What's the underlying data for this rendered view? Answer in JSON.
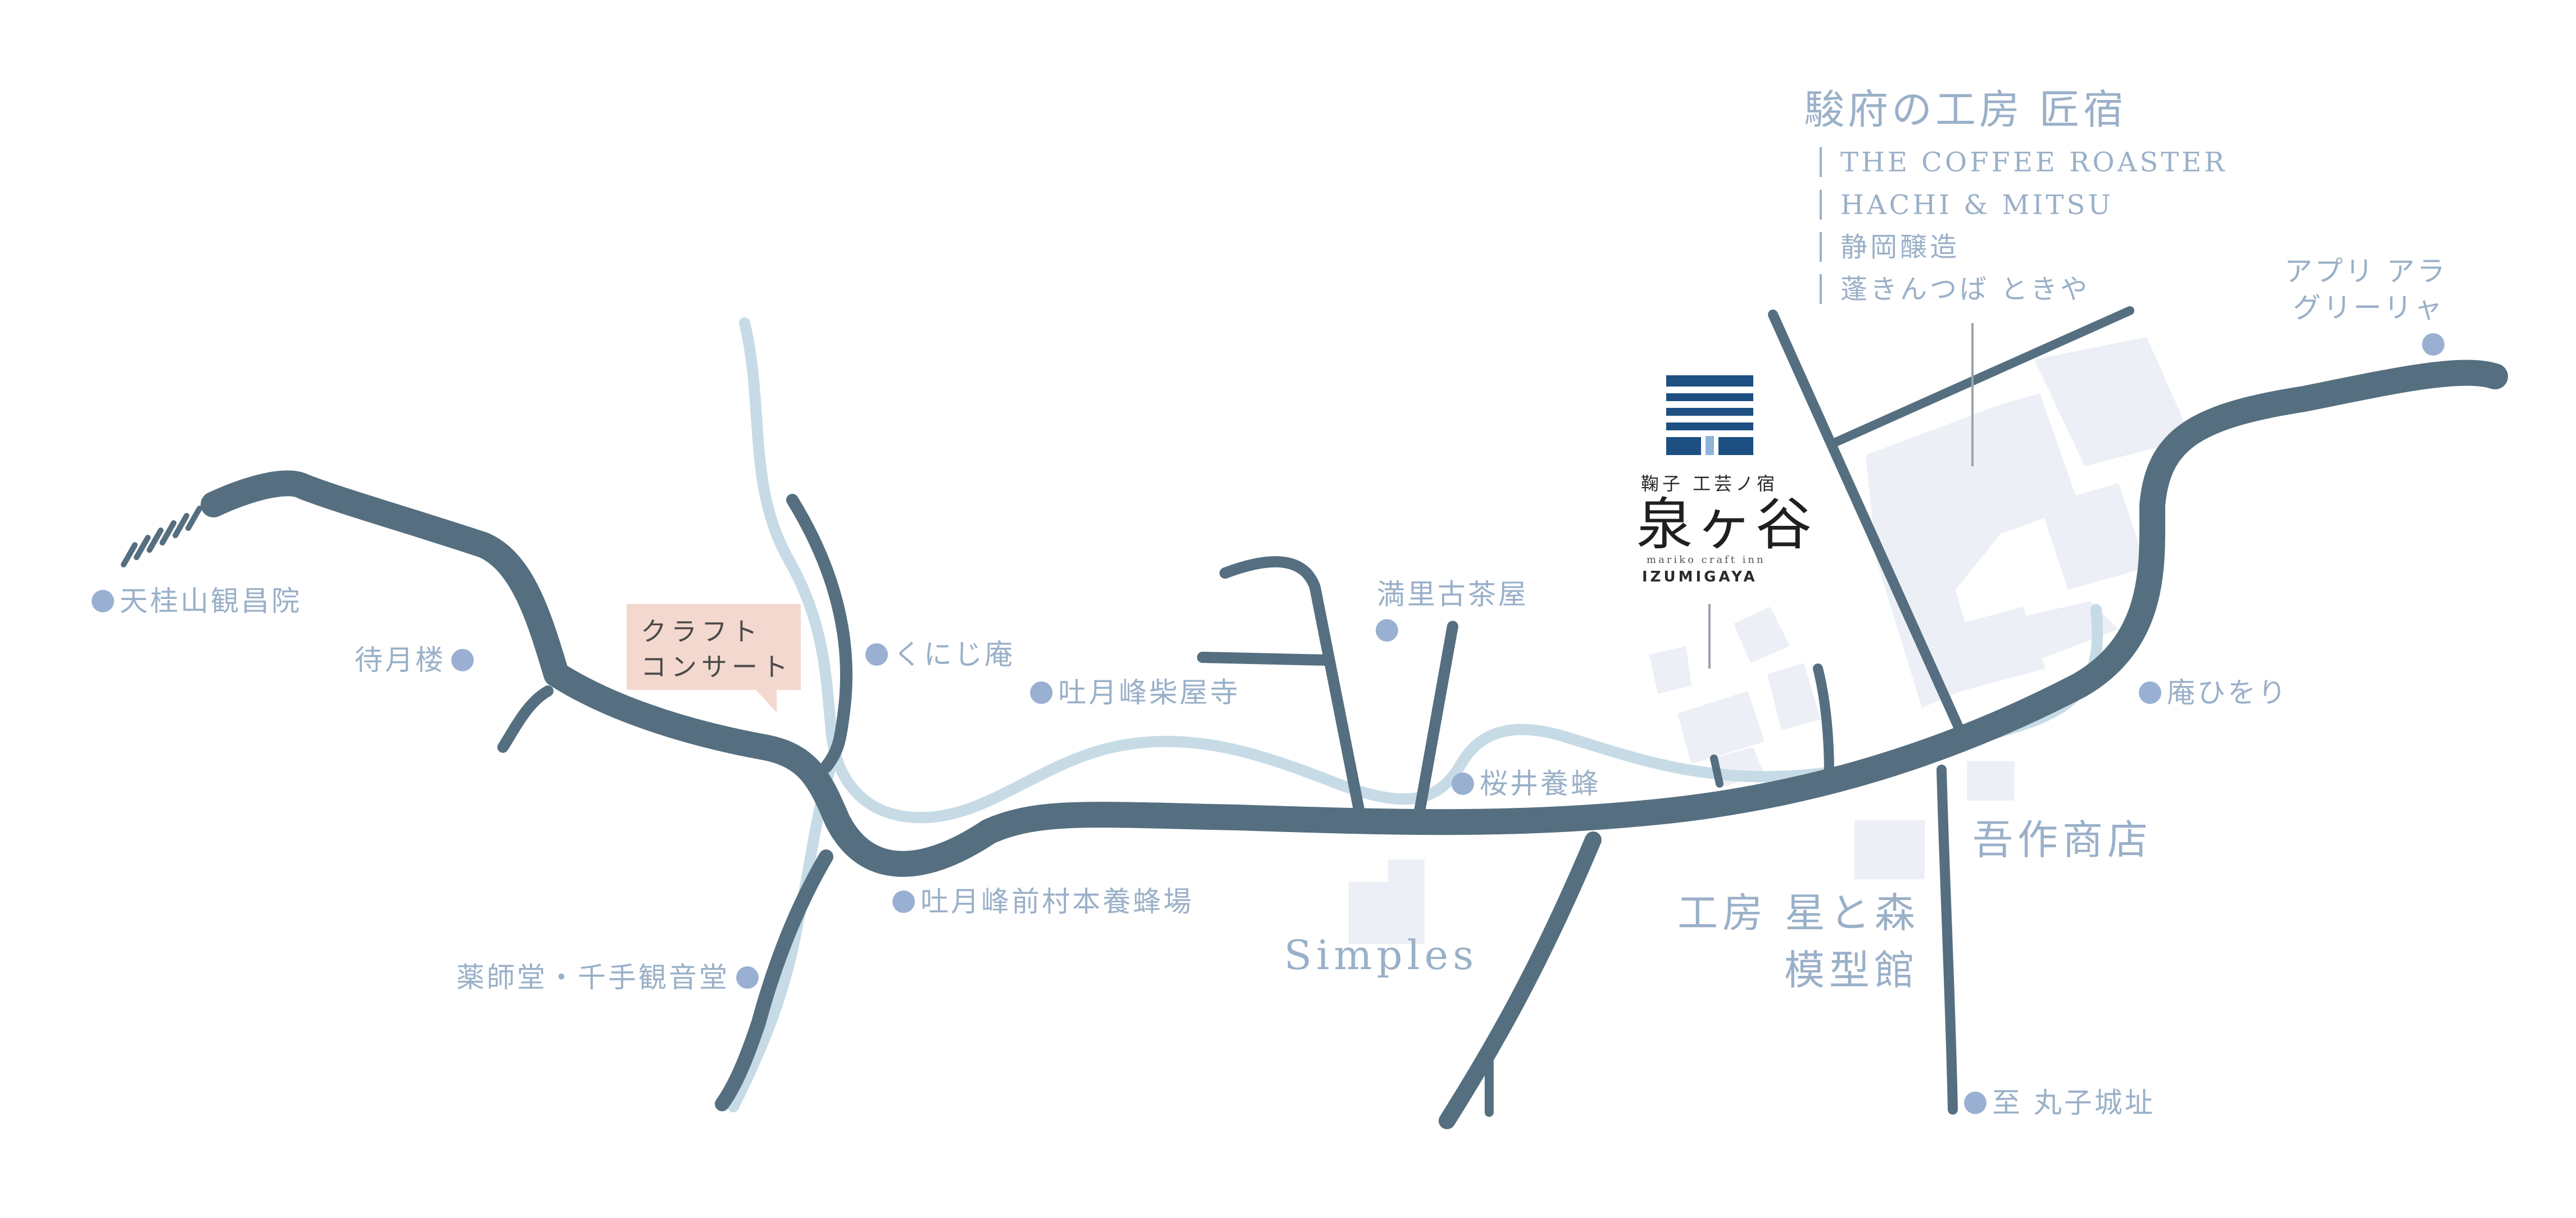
{
  "map": {
    "inn_logo": {
      "line1": "鞠子 工芸ノ宿",
      "name": "泉ヶ谷",
      "line2": "mariko craft inn",
      "romaji": "IZUMIGAYA"
    },
    "callout": {
      "line1": "クラフト",
      "line2": "コンサート"
    },
    "workshop_group": {
      "title": "駿府の工房 匠宿",
      "shops": [
        "THE COFFEE ROASTER",
        "HACHI & MITSU",
        "静岡醸造",
        "蓬きんつば ときや"
      ]
    },
    "places": {
      "tenkeizan": "天桂山観昌院",
      "taigetsuro": "待月楼",
      "kunijian": "くにじ庵",
      "togetsuho_saiokuji": "吐月峰柴屋寺",
      "mansato": "満里古茶屋",
      "sakurai": "桜井養蜂",
      "togetsuho_maemura": "吐月峰前村本養蜂場",
      "yakushido": "薬師堂・千手観音堂",
      "simples": "Simples",
      "hoshimori_1": "工房 星と森",
      "hoshimori_2": "模型館",
      "gosaku": "吾作商店",
      "anhiwori": "庵ひをり",
      "apuri_1": "アプリ アラ",
      "apuri_2": "グリーリャ",
      "mariko_castle": "至 丸子城址"
    },
    "colors": {
      "road": "#556f80",
      "river": "#c6dbe6",
      "label": "#9ab0c8",
      "dot": "#9ab0d2",
      "callout_bg": "#f2d8ce",
      "logo_blue": "#1d4f82"
    }
  }
}
